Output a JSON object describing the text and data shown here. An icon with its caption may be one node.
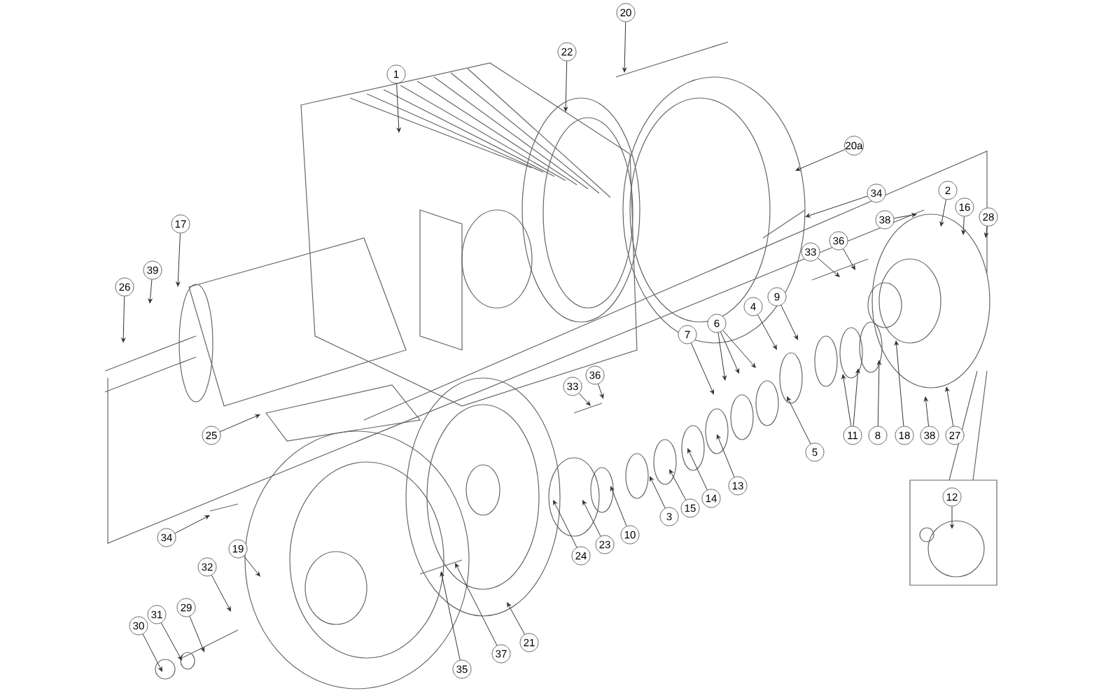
{
  "diagram": {
    "nodes": [
      {
        "text": [
          "1"
        ]
      },
      {
        "text": [
          "22"
        ]
      },
      {
        "text": [
          "20"
        ]
      },
      {
        "text": [
          "20a"
        ]
      },
      {
        "text": [
          "17"
        ]
      },
      {
        "text": [
          "39"
        ]
      },
      {
        "text": [
          "26"
        ]
      },
      {
        "text": [
          "25"
        ]
      },
      {
        "text": [
          "34"
        ]
      },
      {
        "text": [
          "2"
        ]
      },
      {
        "text": [
          "16"
        ]
      },
      {
        "text": [
          "28"
        ]
      },
      {
        "text": [
          "38"
        ]
      },
      {
        "text": [
          "36"
        ]
      },
      {
        "text": [
          "33"
        ]
      },
      {
        "text": [
          "33"
        ]
      },
      {
        "text": [
          "36"
        ]
      },
      {
        "text": [
          "7"
        ]
      },
      {
        "text": [
          "6"
        ]
      },
      {
        "text": [
          "4"
        ]
      },
      {
        "text": [
          "9"
        ]
      },
      {
        "text": [
          "5"
        ]
      },
      {
        "text": [
          "11"
        ]
      },
      {
        "text": [
          "8"
        ]
      },
      {
        "text": [
          "18"
        ]
      },
      {
        "text": [
          "38"
        ]
      },
      {
        "text": [
          "27"
        ]
      },
      {
        "text": [
          "12"
        ]
      },
      {
        "text": [
          "13"
        ]
      },
      {
        "text": [
          "14"
        ]
      },
      {
        "text": [
          "15"
        ]
      },
      {
        "text": [
          "3"
        ]
      },
      {
        "text": [
          "10"
        ]
      },
      {
        "text": [
          "23"
        ]
      },
      {
        "text": [
          "24"
        ]
      },
      {
        "text": [
          "34"
        ]
      },
      {
        "text": [
          "19"
        ]
      },
      {
        "text": [
          "32"
        ]
      },
      {
        "text": [
          "29"
        ]
      },
      {
        "text": [
          "31"
        ]
      },
      {
        "text": [
          "30"
        ]
      },
      {
        "text": [
          "35"
        ]
      },
      {
        "text": [
          "37"
        ]
      },
      {
        "text": [
          "21"
        ]
      }
    ],
    "edges": [
      {
        "from": 0,
        "to": null,
        "arrow": "to"
      },
      {
        "from": 1,
        "to": null,
        "arrow": "to"
      },
      {
        "from": 2,
        "to": null,
        "arrow": "to"
      },
      {
        "from": 3,
        "to": null,
        "arrow": "to"
      },
      {
        "from": 4,
        "to": null,
        "arrow": "to"
      },
      {
        "from": 5,
        "to": null,
        "arrow": "to"
      },
      {
        "from": 6,
        "to": null,
        "arrow": "to"
      },
      {
        "from": 7,
        "to": null,
        "arrow": "to"
      },
      {
        "from": 8,
        "to": null,
        "arrow": "to"
      },
      {
        "from": 9,
        "to": null,
        "arrow": "to"
      },
      {
        "from": 10,
        "to": null,
        "arrow": "to"
      },
      {
        "from": 11,
        "to": null,
        "arrow": "to"
      },
      {
        "from": 12,
        "to": null,
        "arrow": "to"
      },
      {
        "from": 13,
        "to": null,
        "arrow": "to"
      },
      {
        "from": 14,
        "to": null,
        "arrow": "to"
      },
      {
        "from": 15,
        "to": null,
        "arrow": "to"
      },
      {
        "from": 16,
        "to": null,
        "arrow": "to"
      },
      {
        "from": 17,
        "to": null,
        "arrow": "to"
      },
      {
        "from": 18,
        "to": null,
        "arrow": "to"
      },
      {
        "from": 18,
        "to": null,
        "arrow": "to"
      },
      {
        "from": 18,
        "to": null,
        "arrow": "to"
      },
      {
        "from": 19,
        "to": null,
        "arrow": "to"
      },
      {
        "from": 20,
        "to": null,
        "arrow": "to"
      },
      {
        "from": 21,
        "to": null,
        "arrow": "to"
      },
      {
        "from": 22,
        "to": null,
        "arrow": "to"
      },
      {
        "from": 22,
        "to": null,
        "arrow": "to"
      },
      {
        "from": 23,
        "to": null,
        "arrow": "to"
      },
      {
        "from": 24,
        "to": null,
        "arrow": "to"
      },
      {
        "from": 25,
        "to": null,
        "arrow": "to"
      },
      {
        "from": 26,
        "to": null,
        "arrow": "to"
      },
      {
        "from": 27,
        "to": null,
        "arrow": "to"
      },
      {
        "from": 28,
        "to": null,
        "arrow": "to"
      },
      {
        "from": 29,
        "to": null,
        "arrow": "to"
      },
      {
        "from": 30,
        "to": null,
        "arrow": "to"
      },
      {
        "from": 31,
        "to": null,
        "arrow": "to"
      },
      {
        "from": 32,
        "to": null,
        "arrow": "to"
      },
      {
        "from": 33,
        "to": null,
        "arrow": "to"
      },
      {
        "from": 34,
        "to": null,
        "arrow": "to"
      },
      {
        "from": 35,
        "to": null,
        "arrow": "to"
      },
      {
        "from": 36,
        "to": null,
        "arrow": "to"
      },
      {
        "from": 37,
        "to": null,
        "arrow": "to"
      },
      {
        "from": 38,
        "to": null,
        "arrow": "to"
      },
      {
        "from": 39,
        "to": null,
        "arrow": "to"
      },
      {
        "from": 40,
        "to": null,
        "arrow": "to"
      },
      {
        "from": 41,
        "to": null,
        "arrow": "to"
      },
      {
        "from": 42,
        "to": null,
        "arrow": "to"
      },
      {
        "from": 43,
        "to": null,
        "arrow": "to"
      }
    ]
  }
}
